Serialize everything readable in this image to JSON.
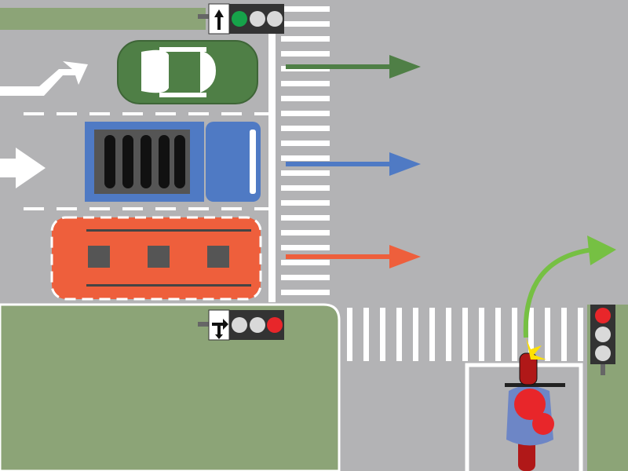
{
  "colors": {
    "road": "#b3b3b5",
    "grass": "#8ca477",
    "marking": "#ffffff",
    "car": "#4f7f46",
    "truck": "#4f7ac4",
    "bus": "#ee5f3c",
    "turn_arrow": "#76c043",
    "light_red": "#e8262a",
    "light_green": "#16a34a",
    "light_off": "#d9d9d9",
    "light_housing": "#333333"
  },
  "traffic_lights": [
    {
      "id": "top",
      "sign": "arrow-up-icon",
      "states": [
        "green",
        "off",
        "off"
      ]
    },
    {
      "id": "middle",
      "sign": "arrow-right-turn-icon",
      "states": [
        "off",
        "off",
        "red"
      ]
    },
    {
      "id": "right",
      "states": [
        "red",
        "off",
        "off"
      ]
    }
  ],
  "vehicles": [
    {
      "type": "car",
      "direction": "straight"
    },
    {
      "type": "truck",
      "direction": "straight"
    },
    {
      "type": "bus",
      "direction": "straight"
    },
    {
      "type": "motorcycle",
      "direction": "right-turn"
    }
  ]
}
